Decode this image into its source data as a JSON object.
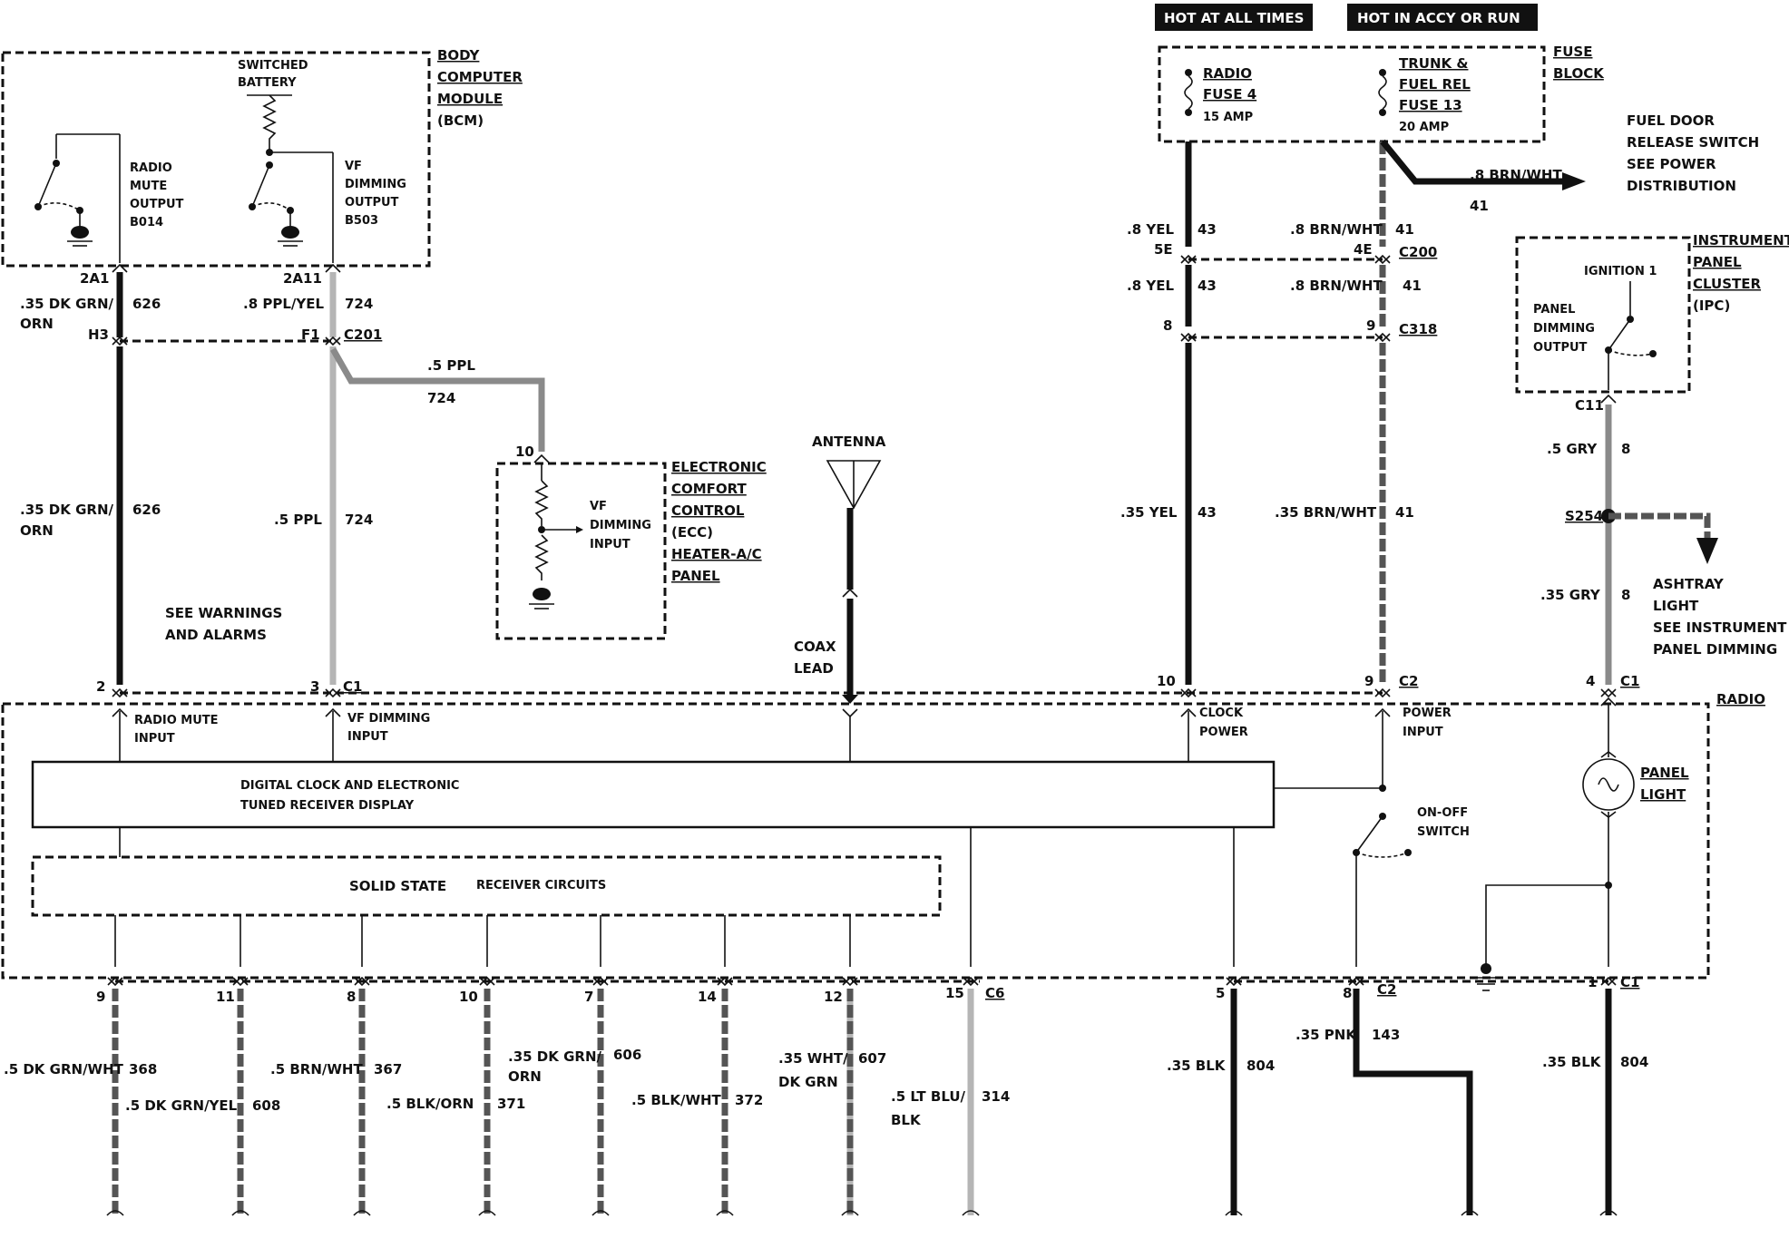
{
  "header": {
    "hot_at_all_times": "HOT AT ALL TIMES",
    "hot_in_accy_or_run": "HOT IN ACCY OR RUN"
  },
  "bcm": {
    "title": [
      "BODY",
      "COMPUTER",
      "MODULE",
      "(BCM)"
    ],
    "switched_battery": [
      "SWITCHED",
      "BATTERY"
    ],
    "radio_mute_output": [
      "RADIO",
      "MUTE",
      "OUTPUT",
      "B014"
    ],
    "vf_dimming_output": [
      "VF",
      "DIMMING",
      "OUTPUT",
      "B503"
    ],
    "pin_left": "2A1",
    "pin_right": "2A11"
  },
  "fuse_block": {
    "title": [
      "FUSE",
      "BLOCK"
    ],
    "radio_fuse": [
      "RADIO",
      "FUSE 4",
      "15 AMP"
    ],
    "trunk_fuse": [
      "TRUNK &",
      "FUEL REL",
      "FUSE 13",
      "20 AMP"
    ]
  },
  "fuel_door": [
    "FUEL DOOR",
    "RELEASE SWITCH",
    "SEE POWER",
    "DISTRIBUTION"
  ],
  "ipc": {
    "title": [
      "INSTRUMENT",
      "PANEL",
      "CLUSTER",
      "(IPC)"
    ],
    "ignition": "IGNITION 1",
    "panel_dimming_output": [
      "PANEL",
      "DIMMING",
      "OUTPUT"
    ],
    "pin": "C11"
  },
  "ecc": {
    "title": [
      "ELECTRONIC",
      "COMFORT",
      "CONTROL",
      "(ECC)",
      "HEATER-A/C",
      "PANEL"
    ],
    "vf_dimming_input": [
      "VF",
      "DIMMING",
      "INPUT"
    ],
    "pin": "10"
  },
  "antenna": {
    "label": "ANTENNA",
    "coax_lead": [
      "COAX",
      "LEAD"
    ]
  },
  "ashtray": [
    "ASHTRAY",
    "LIGHT",
    "SEE INSTRUMENT",
    "PANEL DIMMING"
  ],
  "warnings": [
    "SEE WARNINGS",
    "AND ALARMS"
  ],
  "radio": {
    "title": "RADIO",
    "radio_mute_input": [
      "RADIO MUTE",
      "INPUT"
    ],
    "vf_dimming_input": [
      "VF DIMMING",
      "INPUT"
    ],
    "clock_power": [
      "CLOCK",
      "POWER"
    ],
    "power_input": [
      "POWER",
      "INPUT"
    ],
    "display": [
      "DIGITAL CLOCK AND ELECTRONIC",
      "TUNED RECEIVER DISPLAY"
    ],
    "solid_state": "SOLID STATE",
    "receiver_circuits": "RECEIVER CIRCUITS",
    "on_off_switch": [
      "ON-OFF",
      "SWITCH"
    ],
    "panel_light": [
      "PANEL",
      "LIGHT"
    ]
  },
  "connectors": {
    "c201": "C201",
    "c200": "C200",
    "c318": "C318",
    "c1": "C1",
    "c2": "C2",
    "c6": "C6",
    "s254": "S254",
    "h3": "H3",
    "f1": "F1",
    "e5": "5E",
    "e4": "4E",
    "p8": "8",
    "p9": "9",
    "p2": "2",
    "p3": "3",
    "p10": "10",
    "p9b": "9",
    "p4": "4"
  },
  "wire_labels": {
    "w626a": ".35 DK GRN/",
    "w626a2": "ORN",
    "w626a_n": "626",
    "w724a": ".8 PPL/YEL",
    "w724a_n": "724",
    "w724b": ".5 PPL",
    "w724b_n": "724",
    "w626b": ".35 DK GRN/",
    "w626b2": "ORN",
    "w626b_n": "626",
    "w724c": ".5 PPL",
    "w724c_n": "724",
    "w43a": ".8 YEL",
    "w43a_n": "43",
    "w43b": ".8 YEL",
    "w43b_n": "43",
    "w43c": ".35 YEL",
    "w43c_n": "43",
    "w41a": ".8 BRN/WHT",
    "w41a_n": "41",
    "w41b": ".8 BRN/WHT",
    "w41b_n": "41",
    "w41c": ".35 BRN/WHT",
    "w41c_n": "41",
    "w41d": ".8 BRN/WHT",
    "w41d_n": "41",
    "w8a": ".5 GRY",
    "w8a_n": "8",
    "w8b": ".35 GRY",
    "w8b_n": "8"
  },
  "bottom_pins": [
    {
      "pin": "9",
      "color": ".5 DK GRN/WHT",
      "circuit": "368"
    },
    {
      "pin": "11",
      "color": ".5 DK GRN/YEL",
      "circuit": "608"
    },
    {
      "pin": "8",
      "color": ".5 BRN/WHT",
      "circuit": "367"
    },
    {
      "pin": "10",
      "color": ".5 BLK/ORN",
      "circuit": "371"
    },
    {
      "pin": "7",
      "color": ".35 DK GRN/",
      "color2": "ORN",
      "circuit": "606"
    },
    {
      "pin": "14",
      "color": ".5 BLK/WHT",
      "circuit": "372"
    },
    {
      "pin": "12",
      "color": ".35 WHT/",
      "color2": "DK GRN",
      "circuit": "607"
    },
    {
      "pin": "15",
      "color": ".5 LT BLU/",
      "color2": "BLK",
      "circuit": "314",
      "connector": "C6"
    },
    {
      "pin": "5",
      "color": ".35 BLK",
      "circuit": "804"
    },
    {
      "pin": "8",
      "color": ".35 PNK",
      "circuit": "143",
      "connector": "C2"
    },
    {
      "pin": "1",
      "color": ".35 BLK",
      "circuit": "804",
      "connector": "C1"
    }
  ]
}
